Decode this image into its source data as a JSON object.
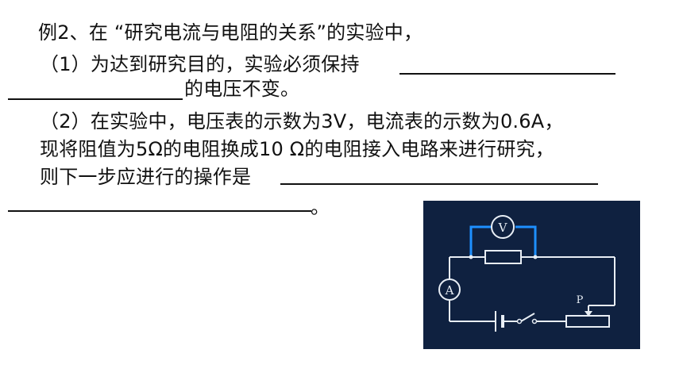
{
  "question": {
    "title": "例2、在 “研究电流与电阻的关系”的实验中，",
    "part1_prefix": "（1）为达到研究目的，实验必须保持",
    "part1_suffix": "的电压不变。",
    "part2_line1": "（2）在实验中，电压表的示数为3V，电流表的示数为0.6A，",
    "part2_line2": "现将阻值为5Ω的电阻换成10 Ω的电阻接入电路来进行研究，",
    "part2_line3": "则下一步应进行的操作是",
    "end_mark": "。"
  },
  "circuit": {
    "voltmeter_label": "V",
    "ammeter_label": "A",
    "slider_label": "P",
    "background_color": "#0f2140",
    "wire_color": "#e8eef5",
    "highlight_color": "#1e90ff"
  }
}
